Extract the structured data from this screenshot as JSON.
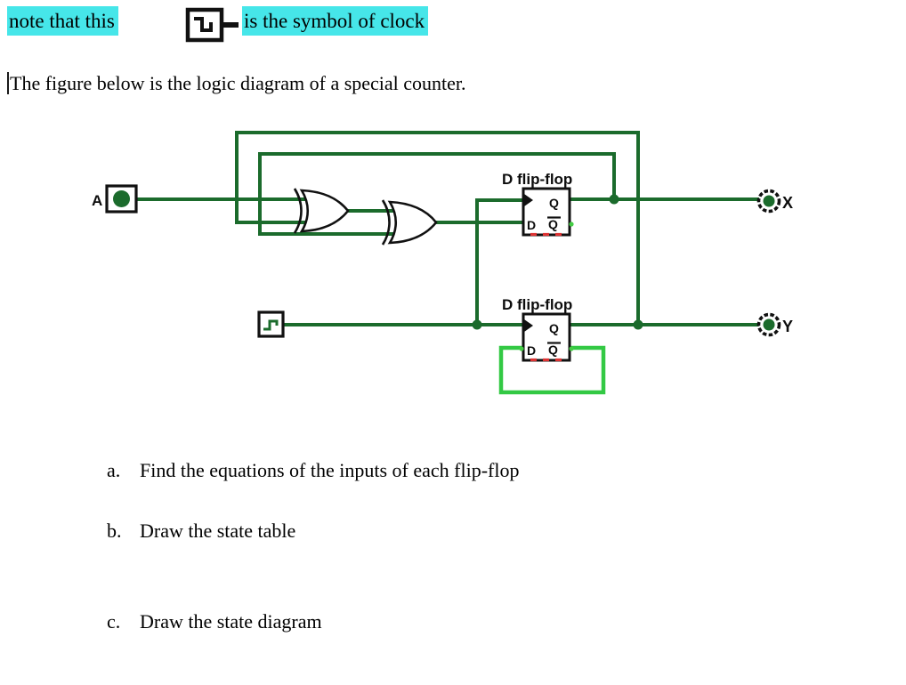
{
  "note": {
    "prefix": "note that this",
    "suffix": "is the symbol of clock"
  },
  "intro": "The figure below is the logic diagram of a special counter.",
  "diagram": {
    "ff_label": "D flip-flop",
    "pins": {
      "d": "D",
      "q": "Q",
      "qbar": "Q"
    },
    "terminals": {
      "input": "A",
      "x": "X",
      "y": "Y"
    },
    "colors": {
      "wire": "#1b6b2c",
      "feedback": "#33c944",
      "pin_dot": "#44cc44",
      "red_mark": "#dd3333",
      "highlight": "#46e6e9"
    }
  },
  "questions": [
    {
      "letter": "a.",
      "text": "Find the equations of the inputs of each flip-flop"
    },
    {
      "letter": "b.",
      "text": "Draw the state table"
    },
    {
      "letter": "c.",
      "text": "Draw the state diagram"
    }
  ]
}
